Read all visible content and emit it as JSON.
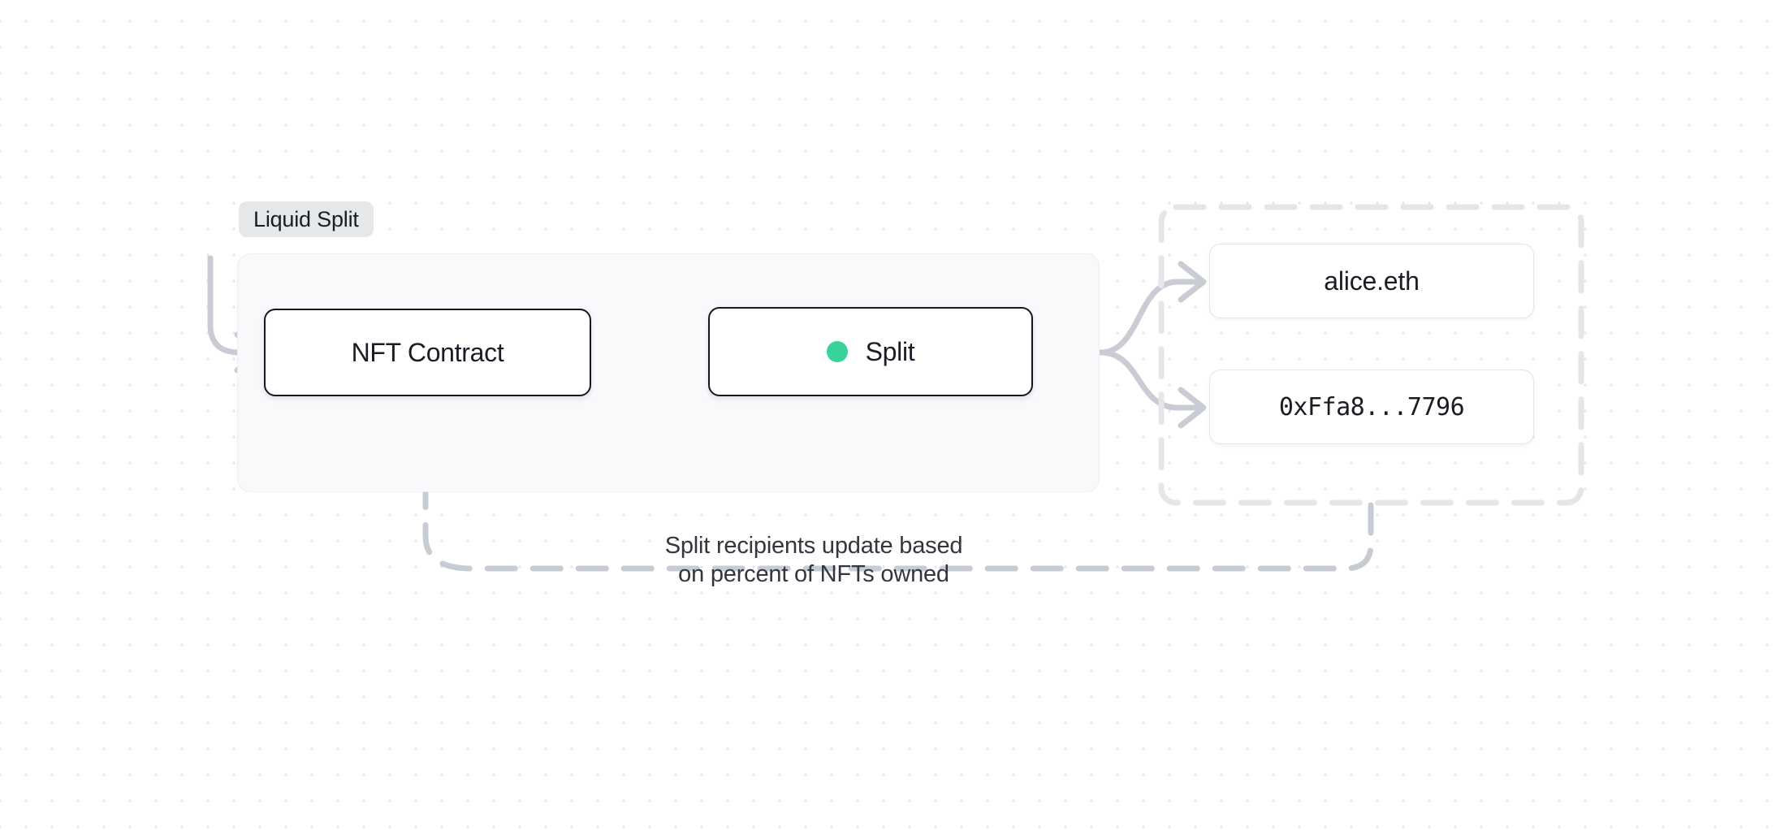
{
  "diagram": {
    "title": "Liquid Split",
    "background": {
      "grid": "dot-grid",
      "dot_color": "#e3e4e6",
      "canvas_color": "#ffffff"
    },
    "group": {
      "label": "Liquid Split",
      "fill": "#f8f9fa",
      "border_color": "#eceef0",
      "label_background": "#e6e7e9"
    },
    "nodes": [
      {
        "id": "nft-contract",
        "label": "NFT Contract",
        "style": "primary",
        "border_color": "#151824",
        "fill": "#ffffff"
      },
      {
        "id": "split",
        "label": "Split",
        "style": "primary",
        "border_color": "#151824",
        "fill": "#ffffff",
        "status_dot_color": "#38d39b",
        "status_dot_name": "split-status-dot"
      },
      {
        "id": "recipient-alice",
        "label": "alice.eth",
        "style": "secondary",
        "border_color": "#e3e5e9",
        "fill": "#ffffff"
      },
      {
        "id": "recipient-address",
        "label": "0xFfa8...7796",
        "style": "secondary",
        "border_color": "#e3e5e9",
        "fill": "#ffffff"
      }
    ],
    "recipients_group": {
      "border_style": "dashed",
      "border_color": "#e4e6e9"
    },
    "edges": {
      "color": "#c9ccd4",
      "feedback_color": "#c7cbd4",
      "items": [
        {
          "from": "external",
          "to": "nft-contract",
          "style": "solid"
        },
        {
          "from": "nft-contract",
          "to": "split",
          "style": "solid"
        },
        {
          "from": "split",
          "to": "recipient-alice",
          "style": "solid"
        },
        {
          "from": "split",
          "to": "recipient-address",
          "style": "solid"
        },
        {
          "from": "recipients-group",
          "to": "nft-contract",
          "style": "dashed"
        }
      ]
    },
    "caption": {
      "line1": "Split recipients update based",
      "line2": "on percent of NFTs owned"
    }
  }
}
